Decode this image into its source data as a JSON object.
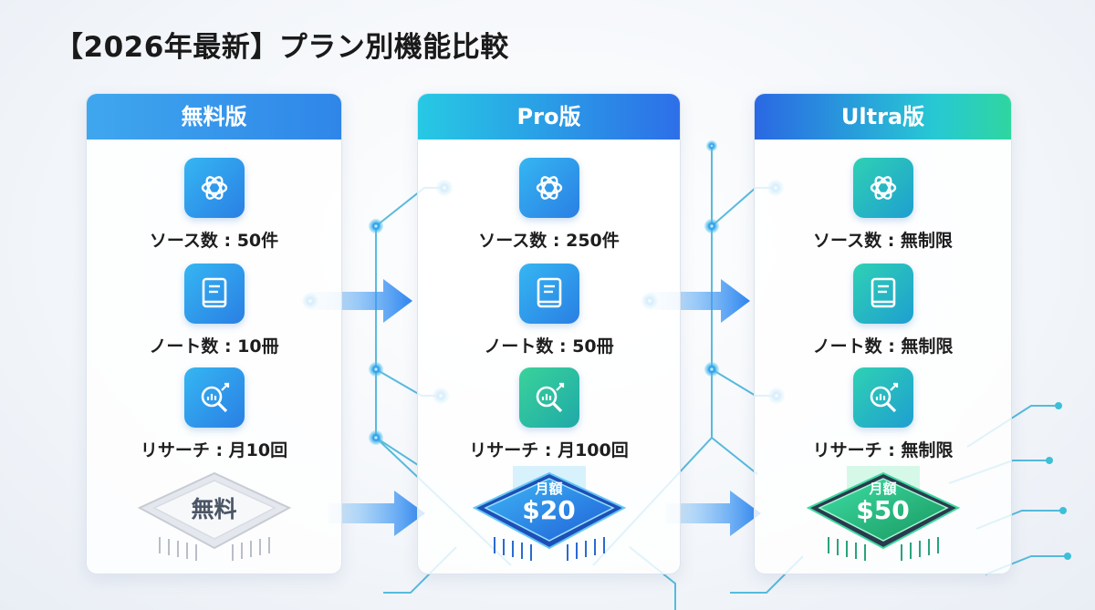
{
  "title": "【2026年最新】プラン別機能比較",
  "plans": [
    {
      "name": "無料版",
      "features": [
        "ソース数 : 50件",
        "ノート数 : 10冊",
        "リサーチ : 月10回"
      ],
      "chip_label": "無料"
    },
    {
      "name": "Pro版",
      "features": [
        "ソース数 : 250件",
        "ノート数 : 50冊",
        "リサーチ : 月100回"
      ],
      "chip_small": "月額",
      "chip_price": "$20"
    },
    {
      "name": "Ultra版",
      "features": [
        "ソース数 : 無制限",
        "ノート数 : 無制限",
        "リサーチ : 無制限"
      ],
      "chip_small": "月額",
      "chip_price": "$50"
    }
  ],
  "icons": [
    "openai-logo-icon",
    "notebook-icon",
    "research-magnifier-icon"
  ],
  "colors": {
    "free_header": "#2f86e8",
    "pro_header": "#2d6fe8",
    "ultra_header": "#2fd6a0",
    "arrow": "#2f8ff0",
    "circuit": "#34b4d8"
  }
}
